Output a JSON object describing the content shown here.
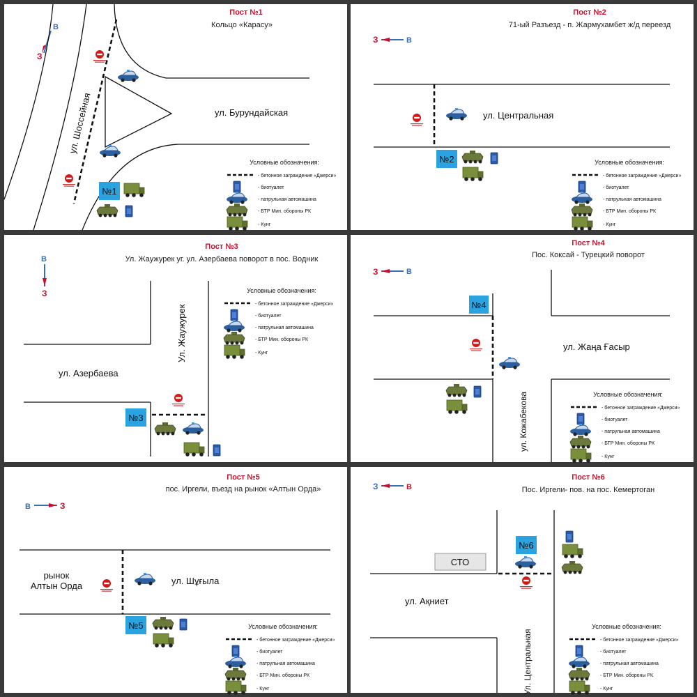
{
  "colors": {
    "post_title": "#c8102e",
    "north": "#3a6fb5",
    "south": "#c8102e",
    "post_badge": "#2aa3e0",
    "road": "#111111",
    "car": "#2c5f9e",
    "military": "#6b7a3c",
    "toilet": "#2b5aa8"
  },
  "legend": {
    "title": "Условные обозначения:",
    "items": [
      {
        "icon": "jersey-barrier",
        "label": "- бетонное заграждение «Джерси»"
      },
      {
        "icon": "biotoilet-icon",
        "label": "- биотуалет"
      },
      {
        "icon": "patrol-car-icon",
        "label": "- патрульная автомашина"
      },
      {
        "icon": "btr-icon",
        "label": "- БТР Мин. обороны РК"
      },
      {
        "icon": "kung-icon",
        "label": "- Кунг"
      }
    ]
  },
  "panels": [
    {
      "title": "Пост №1",
      "subtitle": "Кольцо «Карасу»",
      "badge": "№1",
      "compass": {
        "n": "В",
        "s": "З"
      },
      "streets": [
        "ул. Шоссейная",
        "ул. Бурундайская"
      ]
    },
    {
      "title": "Пост №2",
      "subtitle": "71-ый Разъезд - п. Жармухамбет ж/д переезд",
      "badge": "№2",
      "compass": {
        "n": "В",
        "s": "З"
      },
      "streets": [
        "ул. Центральная"
      ]
    },
    {
      "title": "Пост №3",
      "subtitle": "Ул. Жаужурек уг. ул. Азербаева поворот в пос. Водник",
      "badge": "№3",
      "compass": {
        "n": "В",
        "s": "З"
      },
      "streets": [
        "ул. Азербаева",
        "Ул. Жаужурек"
      ]
    },
    {
      "title": "Пост №4",
      "subtitle": "Пос. Коксай - Турецкий поворот",
      "badge": "№4",
      "compass": {
        "n": "В",
        "s": "З"
      },
      "streets": [
        "ул. Жаңа Ғасыр",
        "ул. Кожабекова"
      ]
    },
    {
      "title": "Пост №5",
      "subtitle": "пос. Иргели, въезд на рынок «Алтын Орда»",
      "badge": "№5",
      "compass": {
        "n": "В",
        "s": "З"
      },
      "streets": [
        "рынок",
        "Алтын Орда",
        "ул. Шұғыла"
      ]
    },
    {
      "title": "Пост №6",
      "subtitle": "Пос. Иргели- пов. на пос. Кемертоган",
      "badge": "№6",
      "compass": {
        "n": "В",
        "s": "З"
      },
      "streets": [
        "ул. Ақниет",
        "Ул. Центральная"
      ],
      "sto": "СТО"
    }
  ]
}
